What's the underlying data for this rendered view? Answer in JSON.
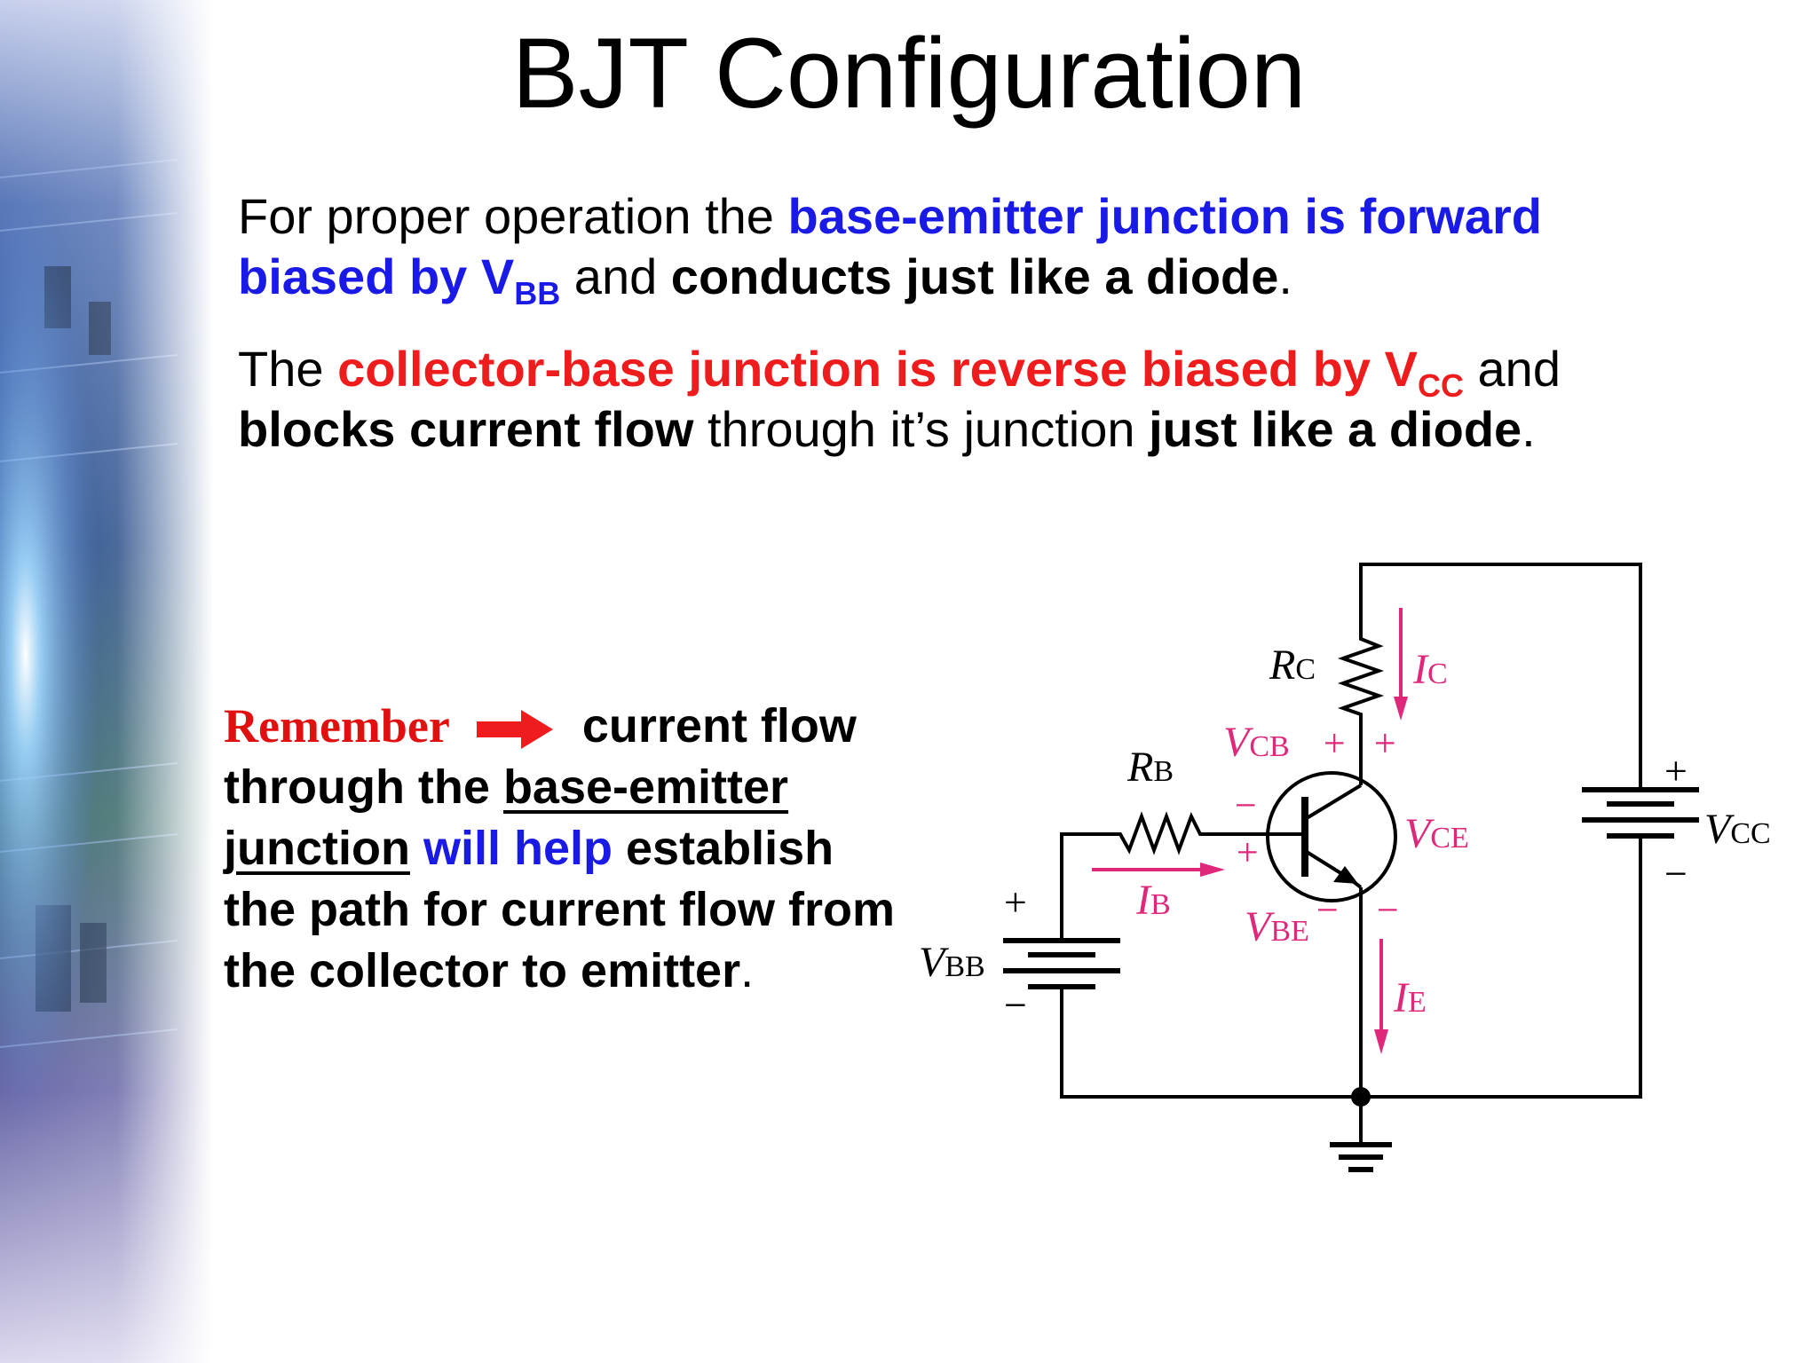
{
  "title": "BJT Configuration",
  "para1": {
    "t1": "For proper operation the ",
    "t2": "base-emitter junction is forward biased by V",
    "t2_sub": "BB",
    "t3": " and ",
    "t4": "conducts just like a diode",
    "t5": "."
  },
  "para2": {
    "t1": "The ",
    "t2": "collector-base junction is reverse biased by V",
    "t2_sub": "CC",
    "t3": " and ",
    "t4": "blocks current flow",
    "t5": " through it’s junction ",
    "t6": "just like a diode",
    "t7": "."
  },
  "note": {
    "remember": "Remember",
    "t1": " current flow through the ",
    "t2": "base-emitter junction",
    "t3": " ",
    "t4": "will help",
    "t5": " establish the path for current flow from the collector to emitter",
    "t6": "."
  },
  "circuit": {
    "rc": "R",
    "rc_sub": "C",
    "rb": "R",
    "rb_sub": "B",
    "ic": "I",
    "ic_sub": "C",
    "ib": "I",
    "ib_sub": "B",
    "ie": "I",
    "ie_sub": "E",
    "vcb": "V",
    "vcb_sub": "CB",
    "vce": "V",
    "vce_sub": "CE",
    "vbe": "V",
    "vbe_sub": "BE",
    "vbb": "V",
    "vbb_sub": "BB",
    "vcc": "V",
    "vcc_sub": "CC",
    "plus": "+",
    "minus": "−"
  },
  "colors": {
    "blue": "#1a1ae6",
    "red": "#ee1c1c",
    "pink": "#e0287a"
  }
}
